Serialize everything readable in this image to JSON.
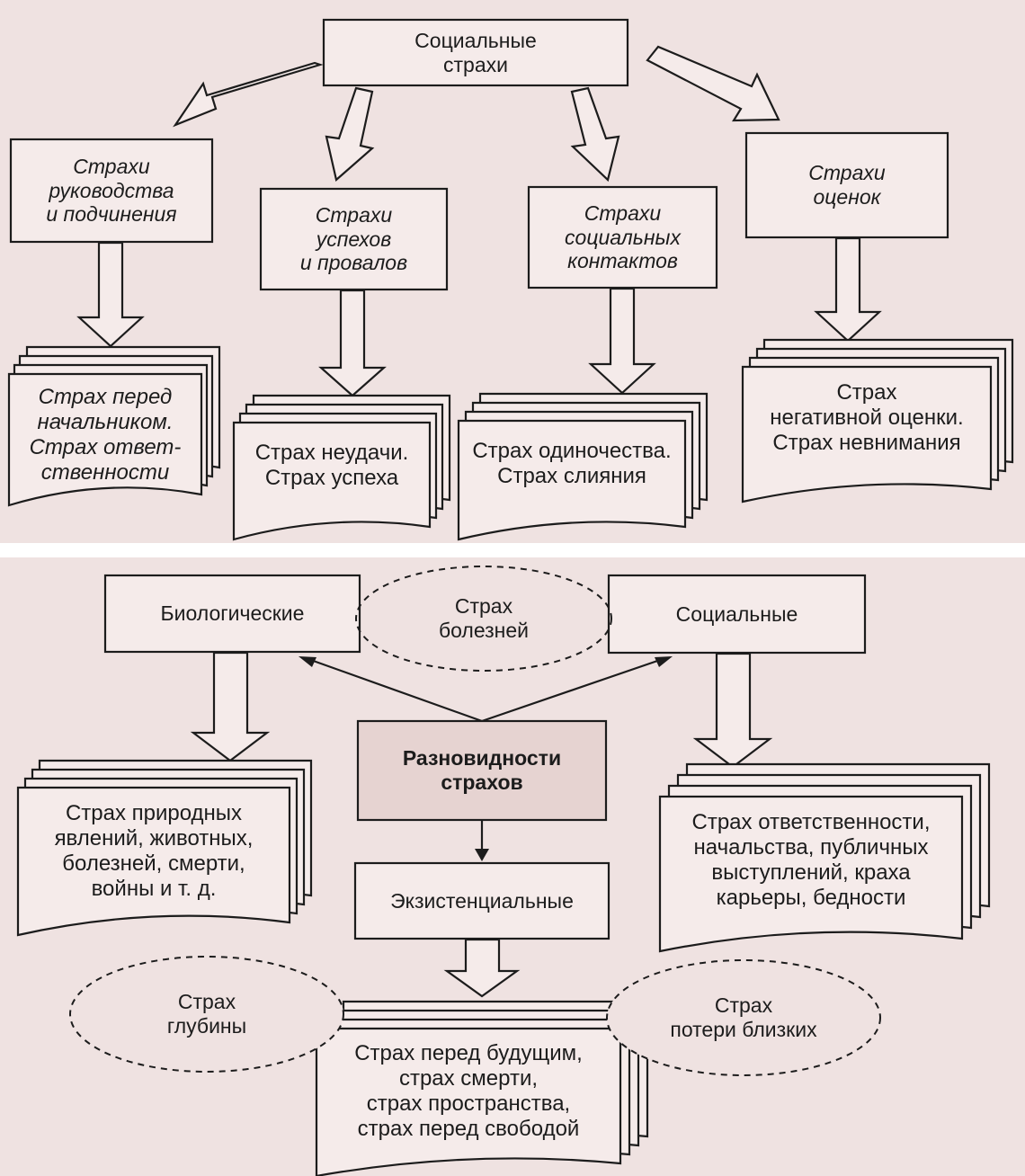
{
  "top": {
    "root": "Социальные\nстрахи",
    "categories": [
      {
        "title": "Страхи\nруководства\nи подчинения",
        "items": "Страх перед\nначальником.\nСтрах ответ-\nственности"
      },
      {
        "title": "Страхи\nуспехов\nи провалов",
        "items": "Страх неудачи.\nСтрах успеха"
      },
      {
        "title": "Страхи\nсоциальных\nконтактов",
        "items": "Страх одиночества.\nСтрах слияния"
      },
      {
        "title": "Страхи\nоценок",
        "items": "Страх\nнегативной оценки.\nСтрах невнимания"
      }
    ]
  },
  "bottom": {
    "center": "Разновидности\nстрахов",
    "biological": "Биологические",
    "social": "Социальные",
    "existential": "Экзистенциальные",
    "oval_top": "Страх\nболезней",
    "oval_left": "Страх\nглубины",
    "oval_right": "Страх\nпотери близких",
    "biological_items": "Страх природных\nявлений, животных,\nболезней, смерти,\nвойны и т. д.",
    "social_items": "Страх ответственности,\nначальства, публичных\nвыступлений, краха\nкарьеры, бедности",
    "existential_items": "Страх перед будущим,\nстрах смерти,\nстрах пространства,\nстрах перед свободой"
  },
  "colors": {
    "background": "#efe2e1",
    "box_fill": "#f5ebea",
    "line": "#1c1c1c"
  }
}
